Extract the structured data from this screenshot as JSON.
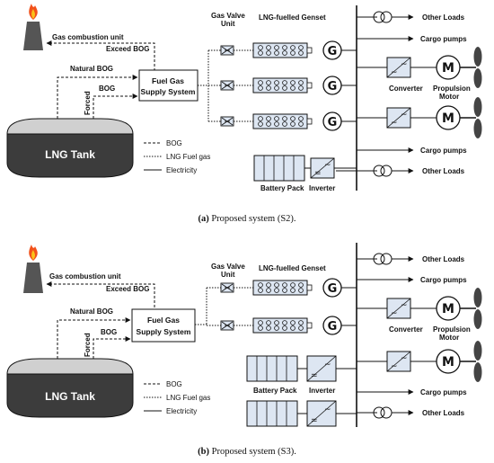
{
  "diagram_a": {
    "labels": {
      "gas_combustion": "Gas combustion unit",
      "exceed_bog": "Exceed BOG",
      "natural_bog": "Natural BOG",
      "bog": "BOG",
      "forced": "Forced",
      "fgss_line1": "Fuel Gas",
      "fgss_line2": "Supply System",
      "gas_valve_line1": "Gas Valve",
      "gas_valve_line2": "Unit",
      "genset": "LNG-fuelled Genset",
      "tank": "LNG Tank",
      "battery": "Battery Pack",
      "inverter": "Inverter",
      "converter": "Converter",
      "propulsion_line1": "Propulsion",
      "propulsion_line2": "Motor",
      "other_loads_top": "Other Loads",
      "cargo_pumps_top": "Cargo pumps",
      "cargo_pumps_bottom": "Cargo pumps",
      "other_loads_bottom": "Other Loads",
      "legend_bog": "BOG",
      "legend_fuel": "LNG Fuel gas",
      "legend_elec": "Electricity",
      "gen_symbol": "G",
      "motor_symbol": "M"
    },
    "caption_label": "(a)",
    "caption_text": " Proposed system (S2)."
  },
  "diagram_b": {
    "labels": {
      "gas_combustion": "Gas combustion unit",
      "exceed_bog": "Exceed BOG",
      "natural_bog": "Natural BOG",
      "bog": "BOG",
      "forced": "Forced",
      "fgss_line1": "Fuel Gas",
      "fgss_line2": "Supply System",
      "gas_valve_line1": "Gas Valve",
      "gas_valve_line2": "Unit",
      "genset": "LNG-fuelled Genset",
      "tank": "LNG Tank",
      "battery": "Battery Pack",
      "inverter": "Inverter",
      "converter": "Converter",
      "propulsion_line1": "Propulsion",
      "propulsion_line2": "Motor",
      "other_loads_top": "Other Loads",
      "cargo_pumps_top": "Cargo pumps",
      "cargo_pumps_bottom": "Cargo pumps",
      "other_loads_bottom": "Other Loads",
      "legend_bog": "BOG",
      "legend_fuel": "LNG Fuel gas",
      "legend_elec": "Electricity",
      "gen_symbol": "G",
      "motor_symbol": "M"
    },
    "caption_label": "(b)",
    "caption_text": " Proposed system (S3)."
  },
  "colors": {
    "tank_dark": "#3c3c3c",
    "tank_light": "#d0d0d0",
    "box_fill": "#dde6f2",
    "flame_outer": "#f2511b",
    "flame_inner": "#f9c31a",
    "chimney": "#555555"
  }
}
